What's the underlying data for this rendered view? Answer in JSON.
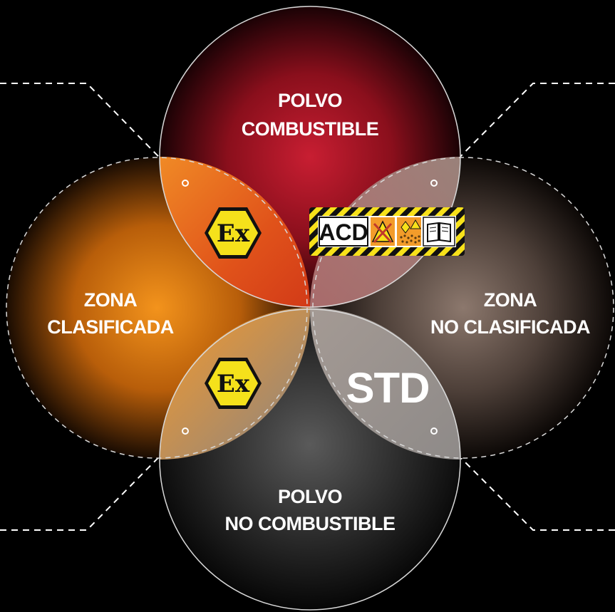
{
  "circles": {
    "top": {
      "line1": "POLVO",
      "line2": "COMBUSTIBLE",
      "color": "#c41a2e"
    },
    "left": {
      "line1": "ZONA",
      "line2": "CLASIFICADA",
      "color": "#f0921e"
    },
    "right": {
      "line1": "ZONA",
      "line2": "NO CLASIFICADA",
      "color": "#8a7468"
    },
    "bottom": {
      "line1": "POLVO",
      "line2": "NO COMBUSTIBLE",
      "color": "#4a4a4a"
    }
  },
  "badges": {
    "ex_upper": "Ex",
    "ex_lower": "Ex",
    "acd": "ACD",
    "std": "STD"
  },
  "colors": {
    "background": "#000000",
    "ex_yellow": "#f5e11b",
    "hazard_yellow": "#f7e11a"
  },
  "icons": [
    "ex-hexagon-icon",
    "explosion-warning-icon",
    "dust-warning-icon",
    "manual-book-icon"
  ]
}
